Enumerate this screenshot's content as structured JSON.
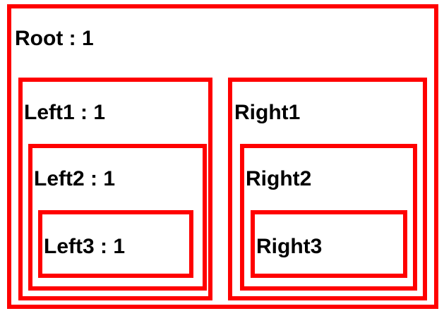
{
  "diagram": {
    "type": "nested-box-tree",
    "background_color": "#ffffff",
    "border_color": "#ff0000",
    "text_color": "#000000",
    "nodes": {
      "root": {
        "label": "Root : 1",
        "depth": 0
      },
      "left1": {
        "label": "Left1 : 1",
        "depth": 1
      },
      "left2": {
        "label": "Left2 : 1",
        "depth": 2
      },
      "left3": {
        "label": "Left3 : 1",
        "depth": 3
      },
      "right1": {
        "label": "Right1",
        "depth": 1
      },
      "right2": {
        "label": "Right2",
        "depth": 2
      },
      "right3": {
        "label": "Right3",
        "depth": 3
      }
    }
  }
}
